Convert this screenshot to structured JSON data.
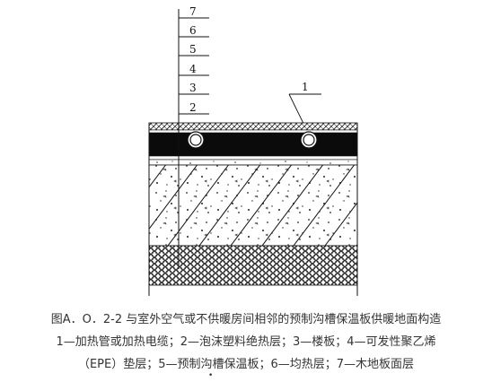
{
  "diagram": {
    "layer_numbers": [
      "7",
      "6",
      "5",
      "4",
      "3",
      "2"
    ],
    "callout_label": "1",
    "dot_mark": "•"
  },
  "caption": {
    "title": "图A．O．2-2 与室外空气或不供暖房间相邻的预制沟槽保温板供暖地面构造",
    "legend_line1": "1—加热管或加热电缆；2—泡沫塑料绝热层；3—楼板；4—可发性聚乙烯",
    "legend_line2": "（EPE）垫层；5—预制沟槽保温板；6—均热层；7—木地板面层"
  }
}
